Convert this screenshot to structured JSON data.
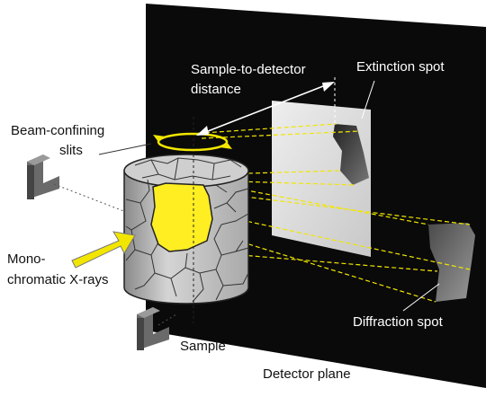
{
  "labels": {
    "beam_slits_line1": "Beam-confining",
    "beam_slits_line2": "slits",
    "distance_line1": "Sample-to-detector",
    "distance_line2": "distance",
    "extinction_spot": "Extinction spot",
    "mono_line1": "Mono-",
    "mono_line2": "chromatic X-rays",
    "diffraction_spot": "Diffraction spot",
    "sample": "Sample",
    "detector_plane": "Detector plane"
  },
  "colors": {
    "detector_plane": "#0a0a0a",
    "grain_highlight": "#ffee22",
    "beam": "#f2e600",
    "sample_body": "#bdbdbd",
    "panel": "#d9d9d9"
  }
}
